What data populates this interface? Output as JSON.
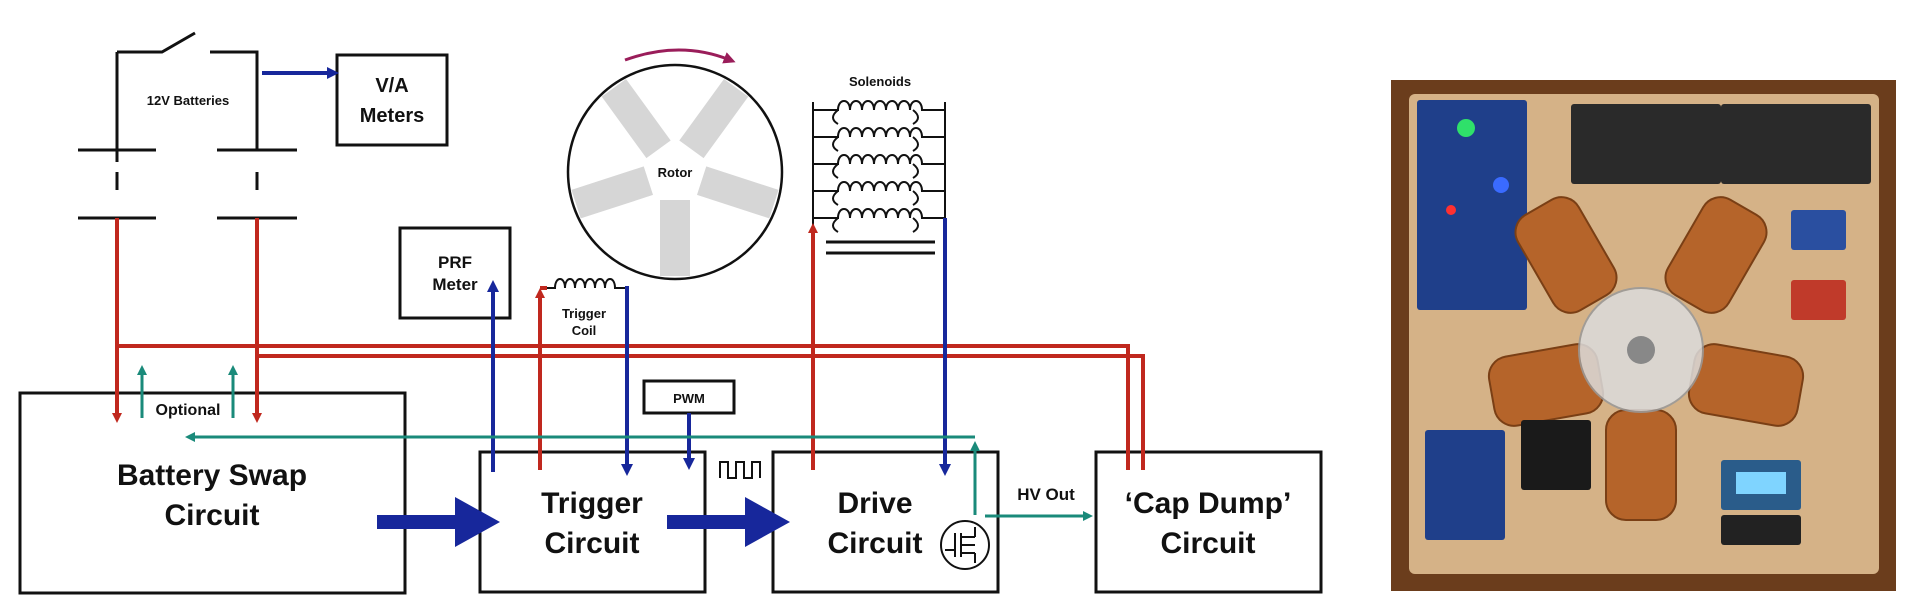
{
  "labels": {
    "batteries": "12V Batteries",
    "va_meters_line1": "V/A",
    "va_meters_line2": "Meters",
    "prf_meter_line1": "PRF",
    "prf_meter_line2": "Meter",
    "rotor": "Rotor",
    "solenoids": "Solenoids",
    "trigger_coil_line1": "Trigger",
    "trigger_coil_line2": "Coil",
    "pwm": "PWM",
    "optional": "Optional",
    "battery_swap_line1": "Battery Swap",
    "battery_swap_line2": "Circuit",
    "trigger_circuit_line1": "Trigger",
    "trigger_circuit_line2": "Circuit",
    "drive_circuit_line1": "Drive",
    "drive_circuit_line2": "Circuit",
    "hv_out": "HV Out",
    "cap_dump_line1": "‘Cap Dump’",
    "cap_dump_line2": "Circuit"
  },
  "colors": {
    "positive_wire": "#c0281e",
    "signal_wire": "#17279b",
    "optional_wire": "#1a8a7a",
    "rotor_arrow": "#9a1d5a",
    "rotor_vane": "#d6d6d6"
  },
  "photo": {
    "description_icon": "device-photo",
    "coil_color": "#b5642a",
    "board_color": "#e7c79a"
  }
}
